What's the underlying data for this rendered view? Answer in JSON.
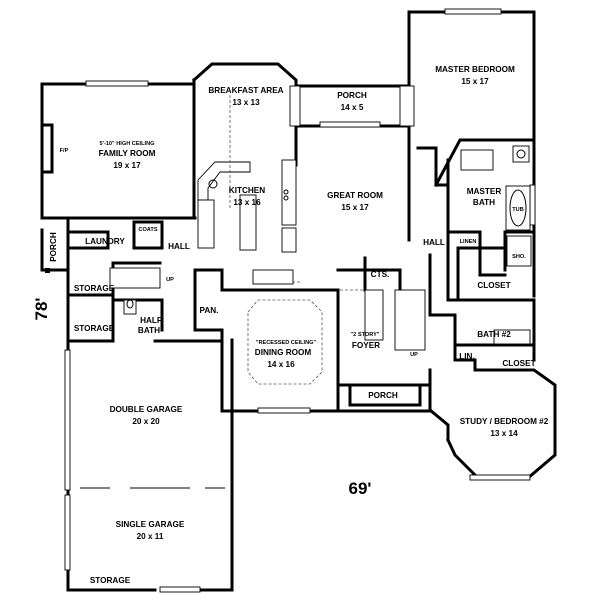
{
  "rooms": {
    "master_bedroom": {
      "name": "MASTER BEDROOM",
      "size": "15 x 17"
    },
    "breakfast_area": {
      "name": "BREAKFAST AREA",
      "size": "13 x 13"
    },
    "porch_top": {
      "name": "PORCH",
      "size": "14 x 5"
    },
    "family_room": {
      "note": "5'-10\" HIGH CEILING",
      "name": "FAMILY ROOM",
      "size": "19 x 17"
    },
    "fireplace": "F/P",
    "kitchen": {
      "name": "KITCHEN",
      "size": "13 x 16"
    },
    "great_room": {
      "name": "GREAT ROOM",
      "size": "15 x 17"
    },
    "master_bath": {
      "name": "MASTER",
      "name2": "BATH"
    },
    "tub": "TUB",
    "shower": "SHO.",
    "linen_top": "LINEN",
    "closet_master": "CLOSET",
    "coats": "COATS",
    "laundry": "LAUNDRY",
    "hall_left": "HALL",
    "hall_right": "HALL",
    "porch_side": "PORCH",
    "storage_1": "STORAGE",
    "storage_2": "STORAGE",
    "half_bath": {
      "line1": "HALF",
      "line2": "BATH"
    },
    "pantry": "PAN.",
    "cts": "CTS.",
    "up_1": "UP",
    "up_2": "UP",
    "dining_room": {
      "note": "\"RECESSED CEILING\"",
      "name": "DINING ROOM",
      "size": "14 x 16"
    },
    "foyer": {
      "note": "\"2 STORY\"",
      "name": "FOYER"
    },
    "porch_front": "PORCH",
    "bath2": "BATH #2",
    "linen_small": "LIN.",
    "closet_study": "CLOSET",
    "study": {
      "name": "STUDY / BEDROOM #2",
      "size": "13 x 14"
    },
    "double_garage": {
      "name": "DOUBLE GARAGE",
      "size": "20 x 20"
    },
    "single_garage": {
      "name": "SINGLE GARAGE",
      "size": "20 x 11"
    },
    "storage_bottom": "STORAGE"
  },
  "dimensions": {
    "depth": "78'",
    "width": "69'"
  }
}
